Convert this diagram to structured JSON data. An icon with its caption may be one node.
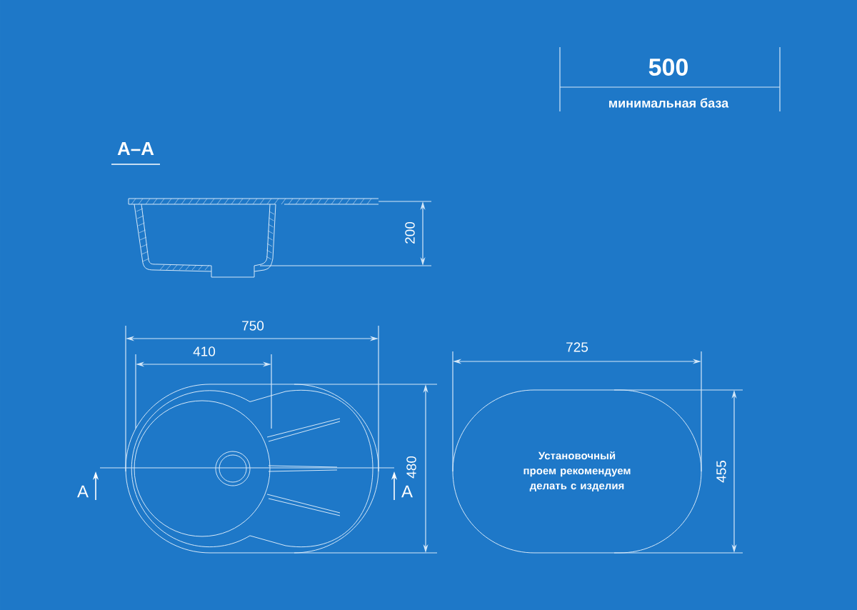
{
  "diagram": {
    "nodes": [
      {
        "text": [
          "Установочный проем рекомендуем делать с изделия"
        ]
      }
    ],
    "edges": [],
    "labels": [
      "500",
      "минимальная база",
      "А–А",
      "200",
      "750",
      "410",
      "480",
      "А",
      "А",
      "725",
      "455"
    ]
  }
}
